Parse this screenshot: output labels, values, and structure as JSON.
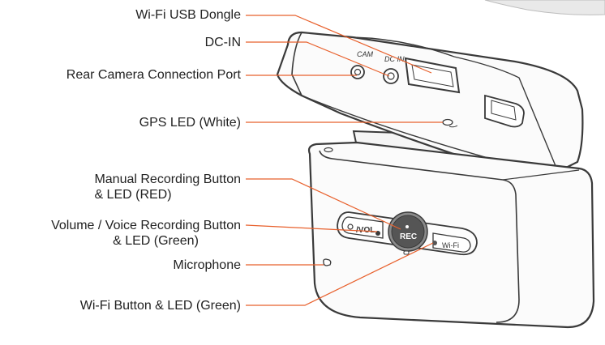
{
  "labels": {
    "wifi_dongle": "Wi-Fi USB Dongle",
    "dc_in": "DC-IN",
    "rear_camera_port": "Rear Camera Connection Port",
    "gps_led": "GPS LED (White)",
    "manual_rec_line1": "Manual Recording Button",
    "manual_rec_line2": "& LED (RED)",
    "volume_line1": "Volume / Voice Recording Button",
    "volume_line2": "& LED (Green)",
    "microphone": "Microphone",
    "wifi_button": "Wi-Fi Button & LED (Green)"
  },
  "device_text": {
    "cam": "CAM",
    "dc_in": "DC IN",
    "vol": "/VOL",
    "rec": "REC",
    "wifi": "Wi-Fi"
  },
  "colors": {
    "leader": "#e8602c",
    "outline": "#3a3a3a",
    "rec_button": "#555555"
  }
}
